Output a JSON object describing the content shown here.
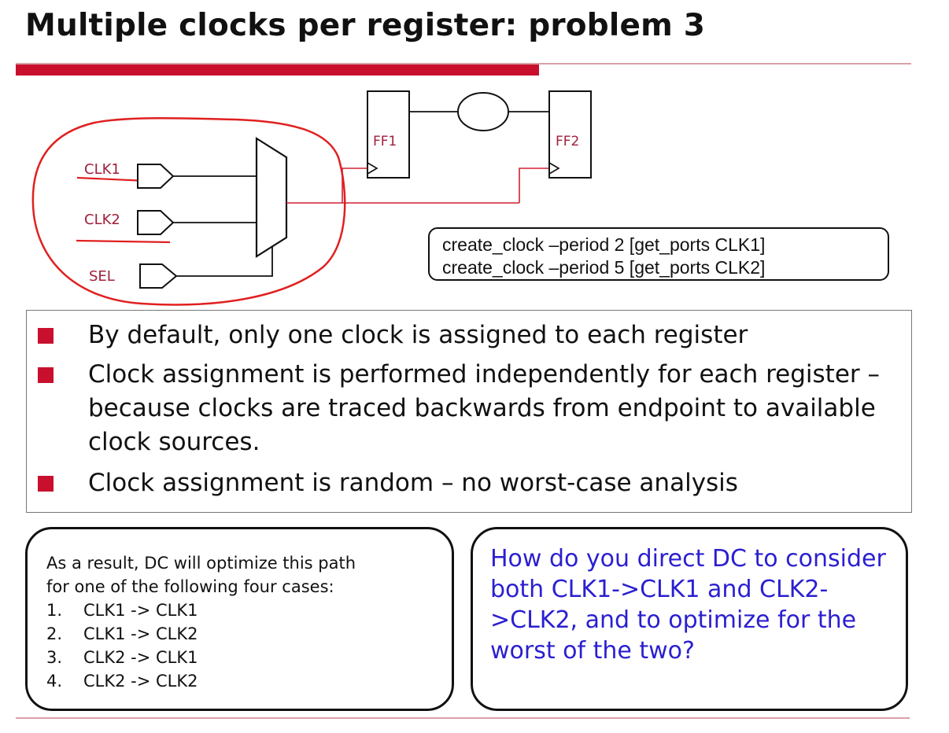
{
  "title": "Multiple clocks per register: problem 3",
  "diagram": {
    "ports": {
      "clk1": "CLK1",
      "clk2": "CLK2",
      "sel": "SEL"
    },
    "flops": {
      "ff1": "FF1",
      "ff2": "FF2"
    },
    "colors": {
      "annotation": "#e02020",
      "label": "#a0203a",
      "wire": "#111111"
    }
  },
  "constraints": [
    "create_clock –period  2 [get_ports CLK1]",
    "create_clock –period  5 [get_ports CLK2]"
  ],
  "bullets": [
    "By default, only one clock is assigned to each register",
    "Clock assignment is performed independently for each register – because clocks are traced backwards from endpoint to available clock sources.",
    "Clock assignment is random – no worst-case analysis"
  ],
  "result": {
    "intro_line1": "As a result, DC will optimize this path",
    "intro_line2": "for one of the following four cases:",
    "cases": [
      {
        "num": "1.",
        "text": "CLK1 -> CLK1"
      },
      {
        "num": "2.",
        "text": "CLK1 -> CLK2"
      },
      {
        "num": "3.",
        "text": "CLK2 -> CLK1"
      },
      {
        "num": "4.",
        "text": "CLK2 -> CLK2"
      }
    ]
  },
  "question": "How do you direct DC to consider both CLK1->CLK1 and CLK2->CLK2, and to optimize for the worst of the two?",
  "colors": {
    "accent_red": "#c8102e",
    "question_blue": "#2b1fd0"
  }
}
